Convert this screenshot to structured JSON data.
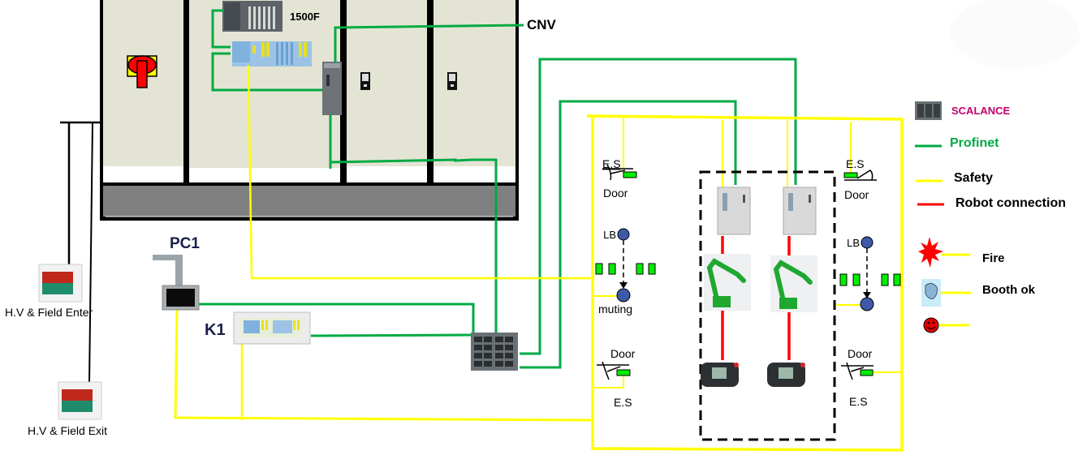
{
  "cabinet": {
    "plc_label": "1500F",
    "cnv_label": "CNV"
  },
  "devices": {
    "pc_label": "PC1",
    "k1_label": "K1",
    "hv_enter_label": "H.V & Field Enter",
    "hv_exit_label": "H.V & Field Exit"
  },
  "cell": {
    "left": {
      "es_top": "E.S",
      "door_top": "Door",
      "lb": "LB",
      "muting": "muting",
      "door_bottom": "Door",
      "es_bottom": "E.S"
    },
    "right": {
      "es_top": "E.S",
      "door_top": "Door",
      "lb": "LB",
      "door_bottom": "Door",
      "es_bottom": "E.S"
    },
    "robot_count": 2
  },
  "legend": {
    "scalance": "SCALANCE",
    "profinet": "Profinet",
    "safety": "Safety",
    "robot_connection": "Robot connection",
    "fire": "Fire",
    "booth_ok": "Booth ok",
    "colors": {
      "profinet": "#00aa44",
      "safety": "#ffff00",
      "robot": "#ff0000",
      "scalance_text": "#c0006a"
    }
  }
}
